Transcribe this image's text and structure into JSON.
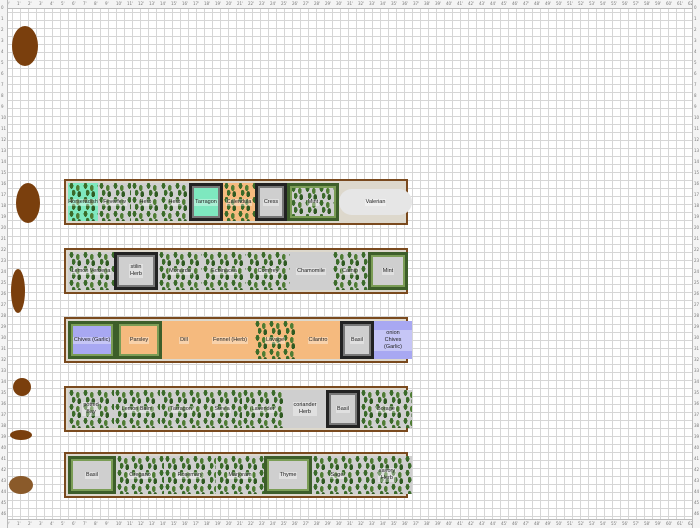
{
  "colors": {
    "bed_border": "#7a4a1e",
    "grid_line": "#d6d6d6",
    "oval_fill": "#7a3f0d",
    "mint_plant": "#7ee8bf",
    "orange_plant": "#f5ba7e",
    "blue_plant": "#a8a8f2"
  },
  "beds": [
    {
      "name": "row-1",
      "plants": [
        {
          "label": "Horseradish",
          "icon": "horseradish-icon"
        },
        {
          "label": "Feverfew",
          "icon": "feverfew-icon"
        },
        {
          "label": "Herb",
          "icon": "herb-icon"
        },
        {
          "label": "Herb",
          "icon": "herb-icon"
        },
        {
          "label": "Tarragon",
          "icon": "tarragon-icon"
        },
        {
          "label": "Calendula",
          "icon": "calendula-icon"
        },
        {
          "label": "Cress",
          "icon": "cress-icon"
        },
        {
          "label": "Mint",
          "icon": "mint-icon"
        },
        {
          "label": "Valerian",
          "icon": "valerian-icon"
        }
      ]
    },
    {
      "name": "row-2",
      "plants": [
        {
          "label": "Lemon Verbena",
          "icon": "lemon-verbena-icon"
        },
        {
          "label": "stilin\nHerb",
          "icon": "herb-icon"
        },
        {
          "label": "Monarda",
          "icon": "monarda-icon"
        },
        {
          "label": "Echinacea",
          "icon": "echinacea-icon"
        },
        {
          "label": "Comfrey",
          "icon": "comfrey-icon"
        },
        {
          "label": "Chamomile",
          "icon": "chamomile-icon"
        },
        {
          "label": "Catnip",
          "icon": "catnip-icon"
        },
        {
          "label": "Mint",
          "icon": "mint-icon"
        }
      ]
    },
    {
      "name": "row-3",
      "plants": [
        {
          "label": "Chives (Garlic)",
          "icon": "chives-icon"
        },
        {
          "label": "Parsley",
          "icon": "parsley-icon"
        },
        {
          "label": "Dill",
          "icon": "dill-icon"
        },
        {
          "label": "Fennel (Herb)",
          "icon": "fennel-icon"
        },
        {
          "label": "Lovage",
          "icon": "lovage-icon"
        },
        {
          "label": "Cilantro",
          "icon": "cilantro-icon"
        },
        {
          "label": "Basil",
          "icon": "basil-icon"
        },
        {
          "label": "onion\nChives (Garlic)",
          "icon": "chives-icon"
        }
      ]
    },
    {
      "name": "row-4",
      "plants": [
        {
          "label": "potted\nBay",
          "icon": "bay-icon"
        },
        {
          "label": "Lemon Balm",
          "icon": "lemon-balm-icon"
        },
        {
          "label": "Tarragon",
          "icon": "tarragon-icon"
        },
        {
          "label": "Stevia",
          "icon": "stevia-icon"
        },
        {
          "label": "Lavender",
          "icon": "lavender-icon"
        },
        {
          "label": "coriander\nHerb",
          "icon": "herb-icon"
        },
        {
          "label": "Basil",
          "icon": "basil-icon"
        },
        {
          "label": "Borage",
          "icon": "borage-icon"
        }
      ]
    },
    {
      "name": "row-5",
      "plants": [
        {
          "label": "Basil",
          "icon": "basil-icon"
        },
        {
          "label": "Oregano",
          "icon": "oregano-icon"
        },
        {
          "label": "Rosemary",
          "icon": "rosemary-icon"
        },
        {
          "label": "Marjoram",
          "icon": "marjoram-icon"
        },
        {
          "label": "Thyme",
          "icon": "thyme-icon"
        },
        {
          "label": "Sage",
          "icon": "sage-icon"
        },
        {
          "label": "savory\nHerb",
          "icon": "herb-icon"
        }
      ]
    }
  ]
}
